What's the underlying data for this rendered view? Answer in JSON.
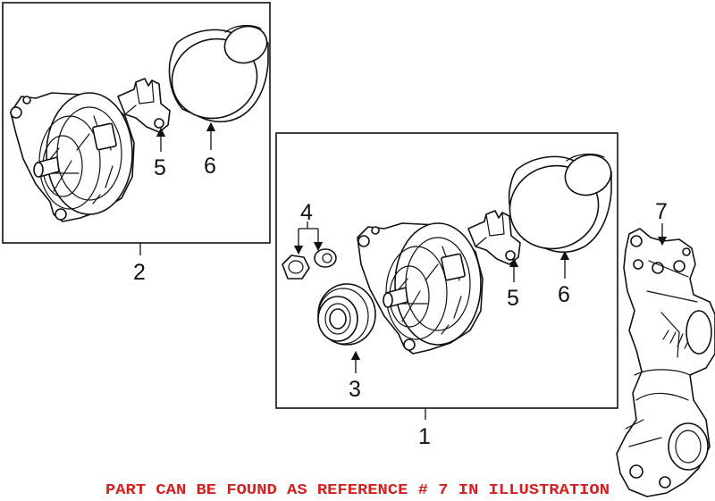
{
  "callouts": {
    "c1": "1",
    "c2": "2",
    "c3": "3",
    "c4": "4",
    "c5_top": "5",
    "c5_main": "5",
    "c6_top": "6",
    "c6_main": "6",
    "c7": "7"
  },
  "notice": {
    "text": "PART CAN BE FOUND AS REFERENCE # 7 IN ILLUSTRATION",
    "color": "#d42020"
  }
}
